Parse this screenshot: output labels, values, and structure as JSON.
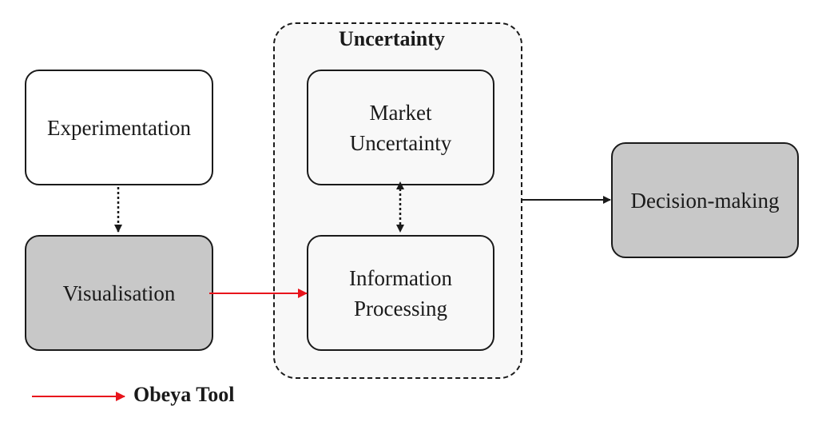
{
  "group": {
    "title": "Uncertainty"
  },
  "nodes": {
    "experimentation": {
      "label": "Experimentation"
    },
    "visualisation": {
      "label": "Visualisation"
    },
    "market_uncertainty": {
      "line1": "Market",
      "line2": "Uncertainty"
    },
    "information_processing": {
      "line1": "Information",
      "line2": "Processing"
    },
    "decision_making": {
      "label": "Decision-making"
    }
  },
  "legend": {
    "label": "Obeya Tool"
  },
  "colors": {
    "box_gray": "#c8c8c8",
    "group_bg": "#f8f8f8",
    "arrow_black": "#1a1a1a",
    "arrow_red": "#e8141c"
  }
}
